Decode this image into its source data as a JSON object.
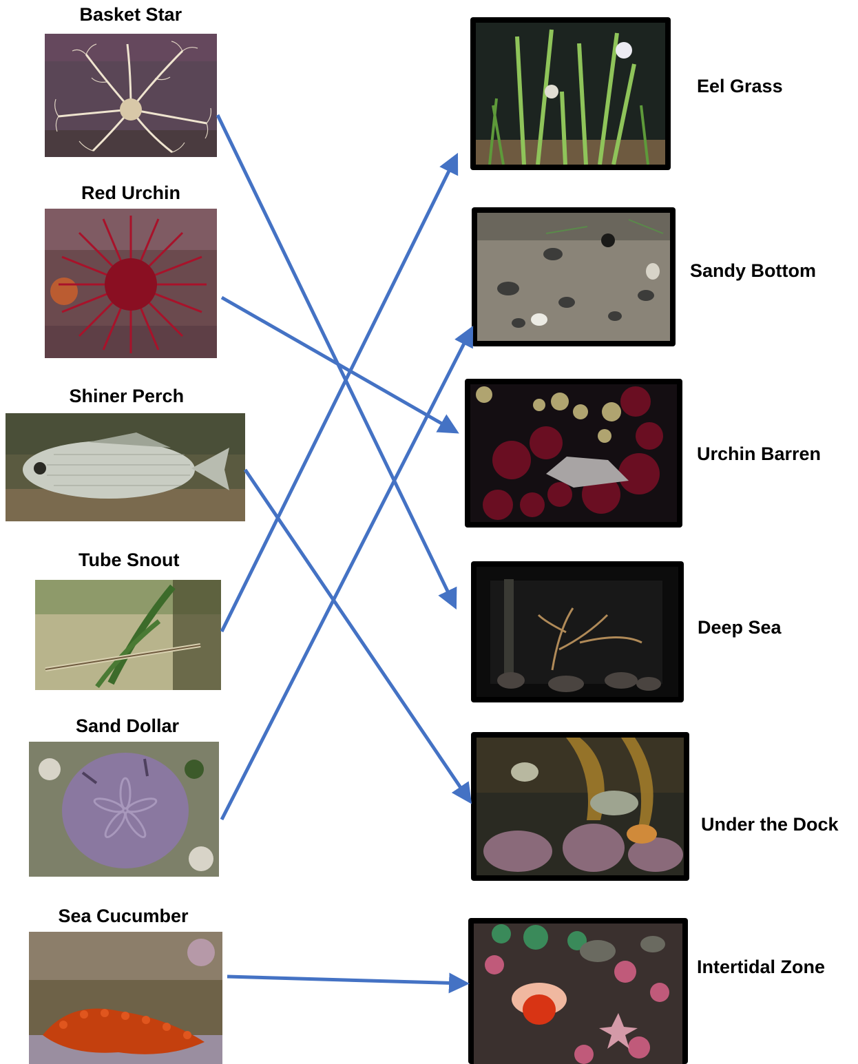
{
  "animals": {
    "basket_star": "Basket Star",
    "red_urchin": "Red Urchin",
    "shiner_perch": "Shiner Perch",
    "tube_snout": "Tube Snout",
    "sand_dollar": "Sand Dollar",
    "sea_cucumber": "Sea Cucumber"
  },
  "habitats": {
    "eel_grass": "Eel Grass",
    "sandy_bottom": "Sandy Bottom",
    "urchin_barren": "Urchin Barren",
    "deep_sea": "Deep Sea",
    "under_the_dock": "Under the Dock",
    "intertidal_zone": "Intertidal Zone"
  },
  "matches": [
    {
      "from": "Basket Star",
      "to": "Deep Sea"
    },
    {
      "from": "Red Urchin",
      "to": "Urchin Barren"
    },
    {
      "from": "Shiner Perch",
      "to": "Under the Dock"
    },
    {
      "from": "Tube Snout",
      "to": "Eel Grass"
    },
    {
      "from": "Sand Dollar",
      "to": "Sandy Bottom"
    },
    {
      "from": "Sea Cucumber",
      "to": "Intertidal Zone"
    }
  ],
  "arrow_color": "#4472C4"
}
